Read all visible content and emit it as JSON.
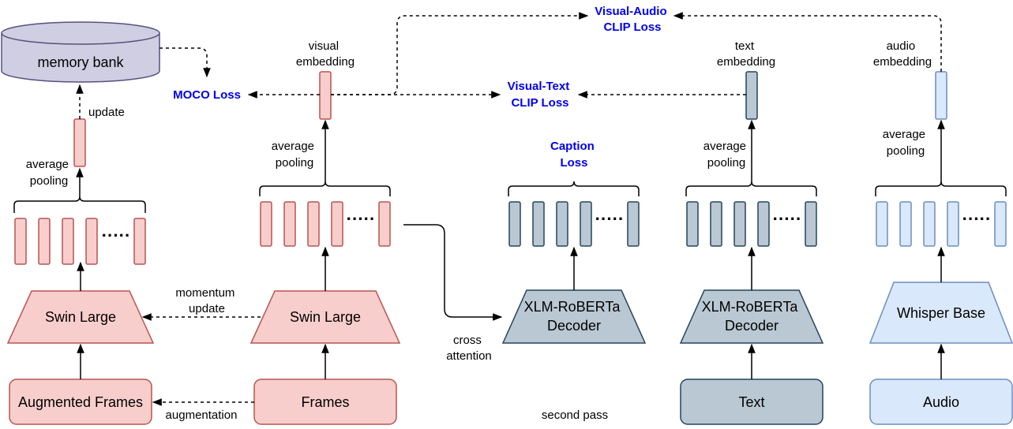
{
  "colors": {
    "pink_fill": "#f8cecc",
    "pink_stroke": "#b85450",
    "slate_fill": "#bac8d3",
    "slate_stroke": "#23445d",
    "blue_fill": "#dae8fc",
    "blue_stroke": "#6c8ebf",
    "cyl_fill": "#d0cee2",
    "cyl_stroke": "#56517e",
    "loss_text": "#0000ee"
  },
  "nodes": {
    "memory_bank": "memory bank",
    "swin_left": "Swin Large",
    "swin_right": "Swin Large",
    "decoder_caption": [
      "XLM-RoBERTa",
      "Decoder"
    ],
    "decoder_text": [
      "XLM-RoBERTa",
      "Decoder"
    ],
    "whisper": "Whisper Base",
    "augmented_frames": "Augmented Frames",
    "frames": "Frames",
    "text": "Text",
    "audio": "Audio"
  },
  "losses": {
    "moco": "MOCO Loss",
    "visual_text": [
      "Visual-Text",
      "CLIP Loss"
    ],
    "visual_audio": [
      "Visual-Audio",
      "CLIP Loss"
    ],
    "caption": [
      "Caption",
      "Loss"
    ]
  },
  "labels": {
    "update": "update",
    "avg_pool_left": [
      "average",
      "pooling"
    ],
    "avg_pool_visual": [
      "average",
      "pooling"
    ],
    "avg_pool_text": [
      "average",
      "pooling"
    ],
    "avg_pool_audio": [
      "average",
      "pooling"
    ],
    "visual_embedding": [
      "visual",
      "embedding"
    ],
    "text_embedding": [
      "text",
      "embedding"
    ],
    "audio_embedding": [
      "audio",
      "embedding"
    ],
    "momentum_update": [
      "momentum",
      "update"
    ],
    "augmentation": "augmentation",
    "cross_attention": [
      "cross",
      "attention"
    ],
    "second_pass": "second pass",
    "ellipsis": "·····"
  }
}
